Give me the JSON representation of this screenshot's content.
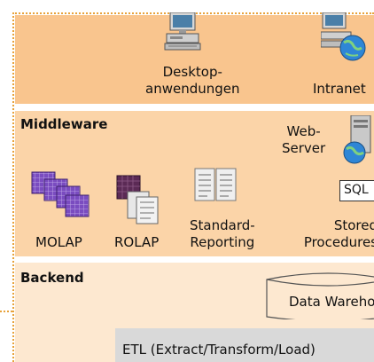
{
  "frontend": {
    "desktop_label_1": "Desktop-",
    "desktop_label_2": "anwendungen",
    "intranet_label": "Intranet"
  },
  "middleware": {
    "title": "Middleware",
    "webserver_label_1": "Web-",
    "webserver_label_2": "Server",
    "molap_label": "MOLAP",
    "rolap_label": "ROLAP",
    "reporting_label_1": "Standard-",
    "reporting_label_2": "Reporting",
    "sql_label": "SQL",
    "stored_label_1": "Stored",
    "stored_label_2": "Procedures"
  },
  "backend": {
    "title": "Backend",
    "dw_label": "Data Warehouse",
    "etl_label": "ETL (Extract/Transform/Load)"
  },
  "colors": {
    "frontend_bg": "#f9c58e",
    "middleware_bg": "#fbd4a8",
    "backend_bg": "#fde8d0",
    "border_dots": "#e8a23a",
    "etl_bg": "#d9d9d9",
    "cube_purple": "#6a3fa0"
  }
}
